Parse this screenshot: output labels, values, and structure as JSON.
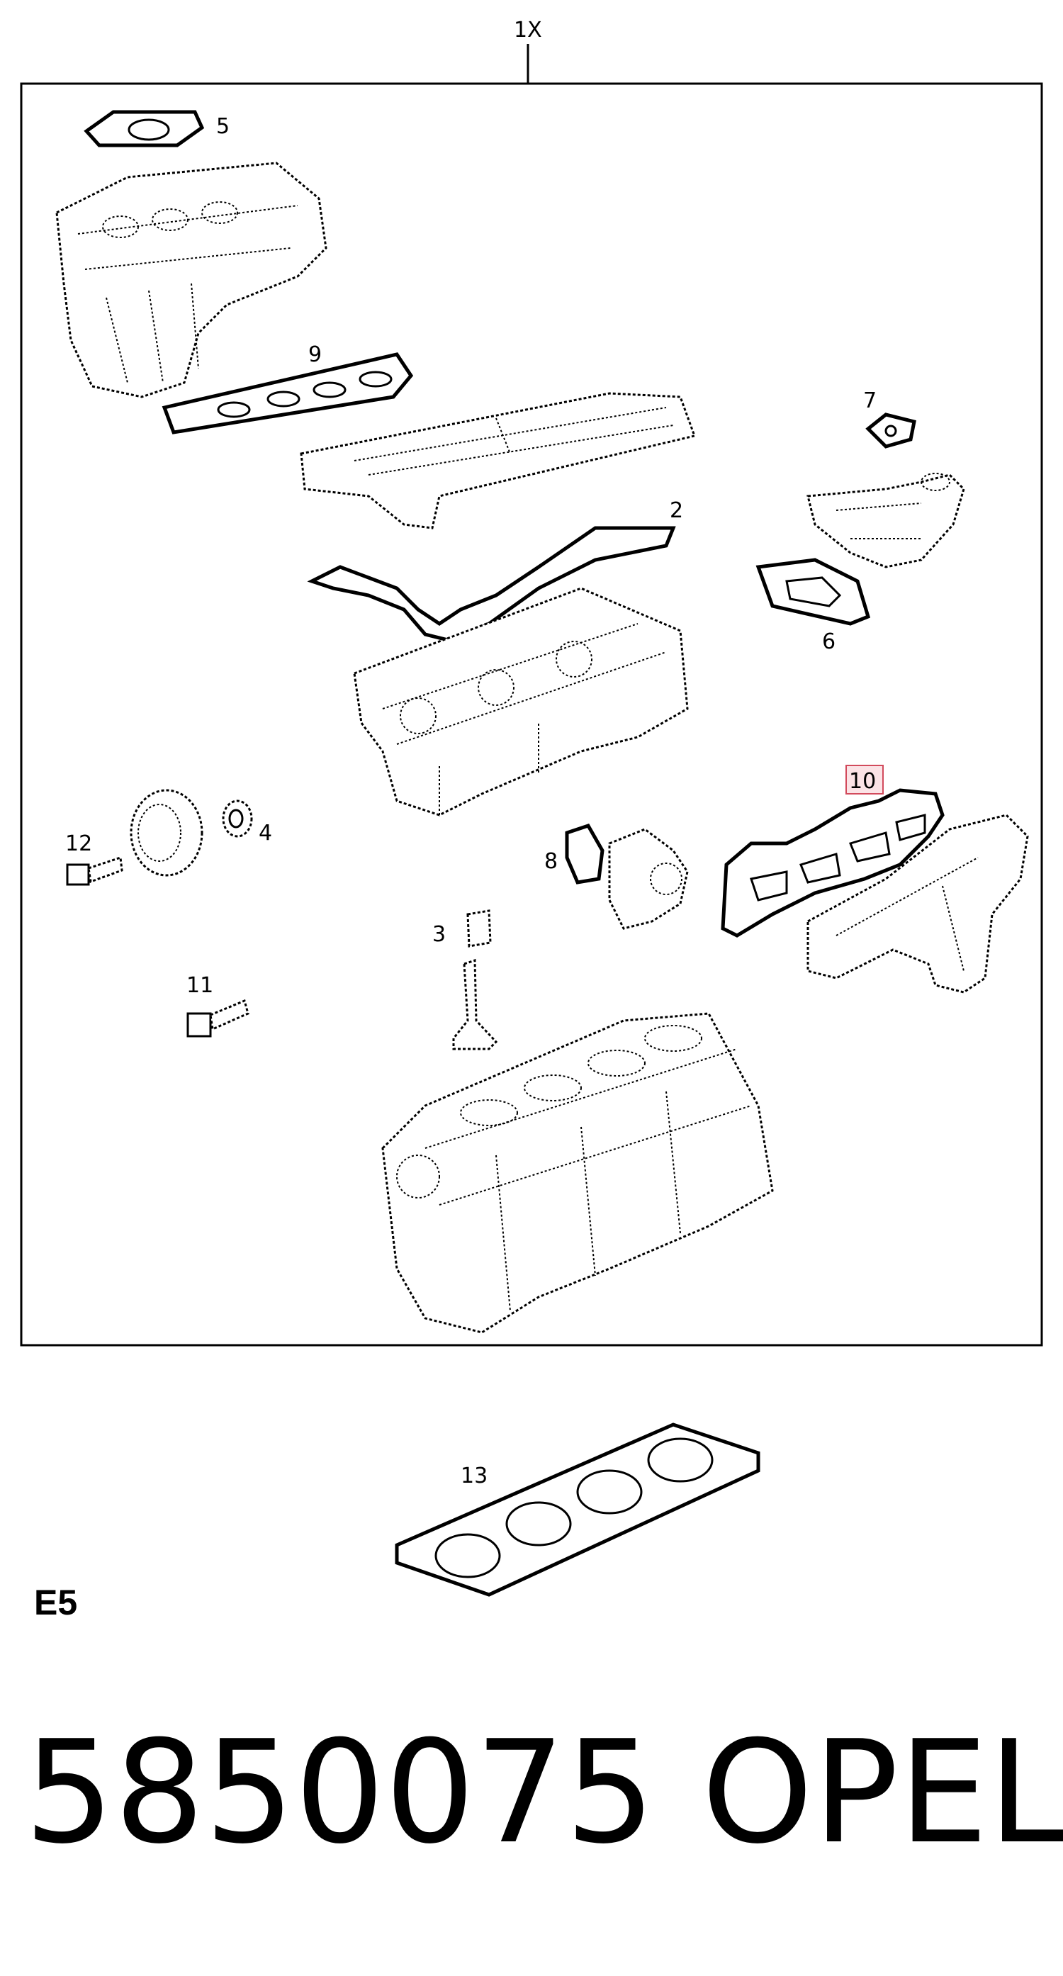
{
  "diagram": {
    "kit_label": "1X",
    "callouts": {
      "c2": "2",
      "c3": "3",
      "c4": "4",
      "c5": "5",
      "c6": "6",
      "c7": "7",
      "c8": "8",
      "c9": "9",
      "c10": "10",
      "c11": "11",
      "c12": "12",
      "c13": "13"
    },
    "highlighted_callout": "10",
    "highlight_color": "#d24a5c"
  },
  "footer": {
    "group_code": "E5",
    "part_number": "5850075",
    "brand": "OPEL"
  }
}
